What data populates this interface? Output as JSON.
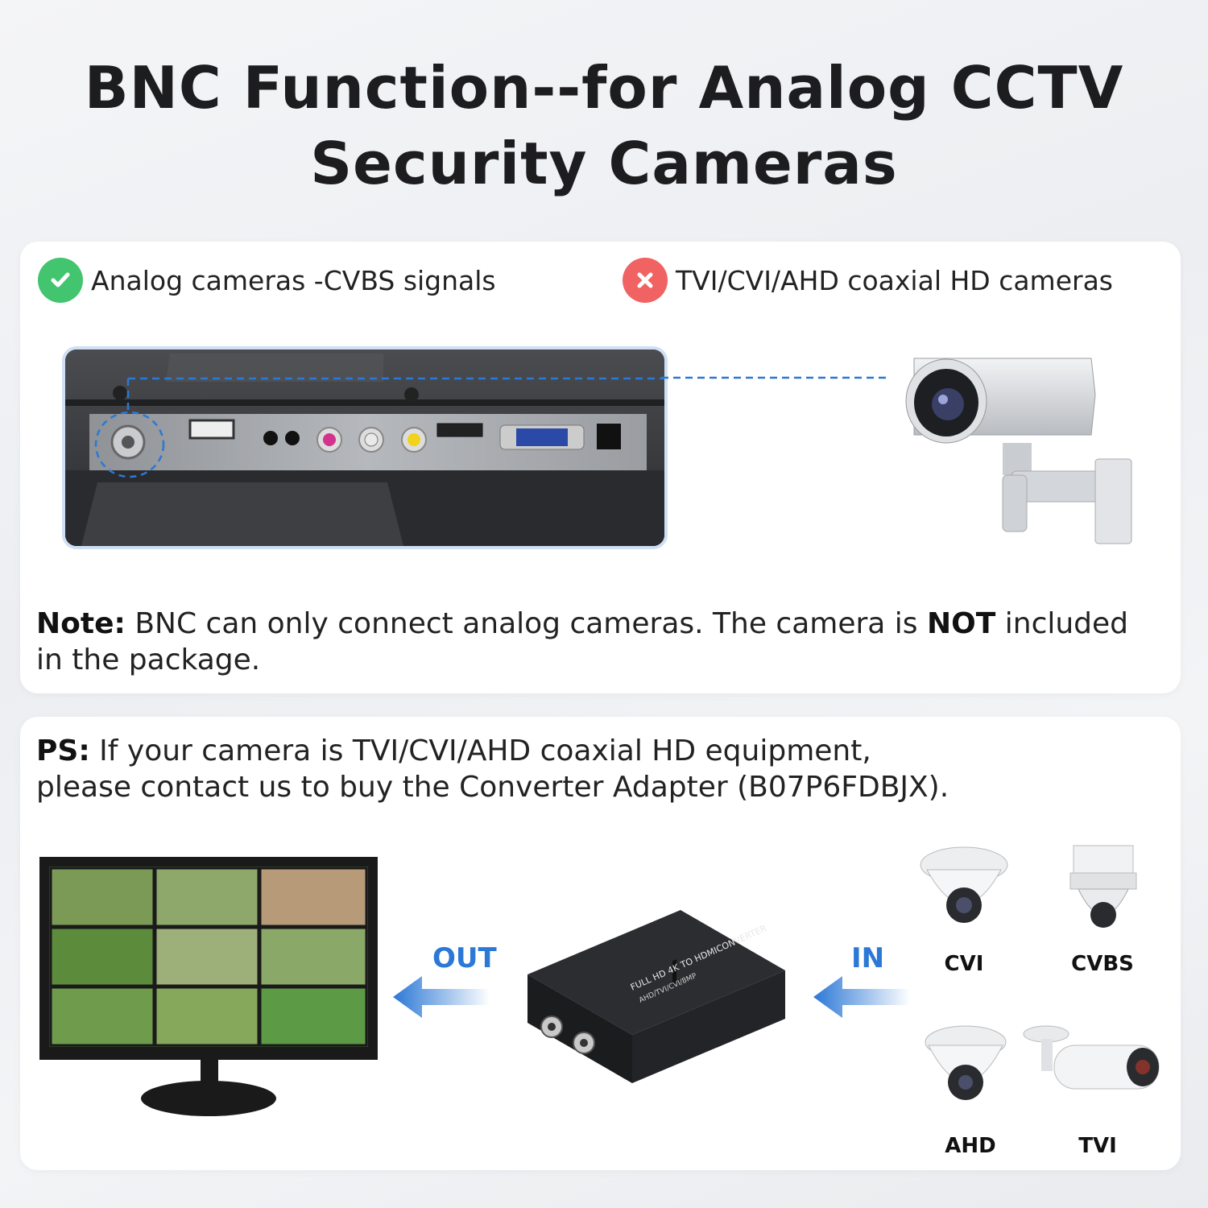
{
  "title": {
    "line1": "BNC Function--for Analog CCTV",
    "line2": "Security Cameras"
  },
  "compat": {
    "supported_label": "Analog cameras -CVBS signals",
    "supported_icon": "check-icon",
    "unsupported_label": "TVI/CVI/AHD coaxial HD cameras",
    "unsupported_icon": "cross-icon",
    "supported_color": "#43c46e",
    "unsupported_color": "#f16262"
  },
  "note": {
    "prefix": "Note:",
    "text_before": " BNC can only connect analog cameras. The camera is ",
    "emphasis": "NOT",
    "text_after": " included in the package."
  },
  "ps": {
    "prefix": "PS:",
    "line1": " If your camera is TVI/CVI/AHD coaxial HD equipment,",
    "line2": "please contact us to buy the Converter Adapter (B07P6FDBJX)."
  },
  "flow": {
    "out_label": "OUT",
    "in_label": "IN",
    "accent_color": "#2b78d6"
  },
  "converter": {
    "print_line1": "FULL HD 4K TO HDMICONVERTER",
    "print_line2": "AHD/TVI/CVI/8MP"
  },
  "camera_types": [
    "CVI",
    "CVBS",
    "AHD",
    "TVI"
  ]
}
